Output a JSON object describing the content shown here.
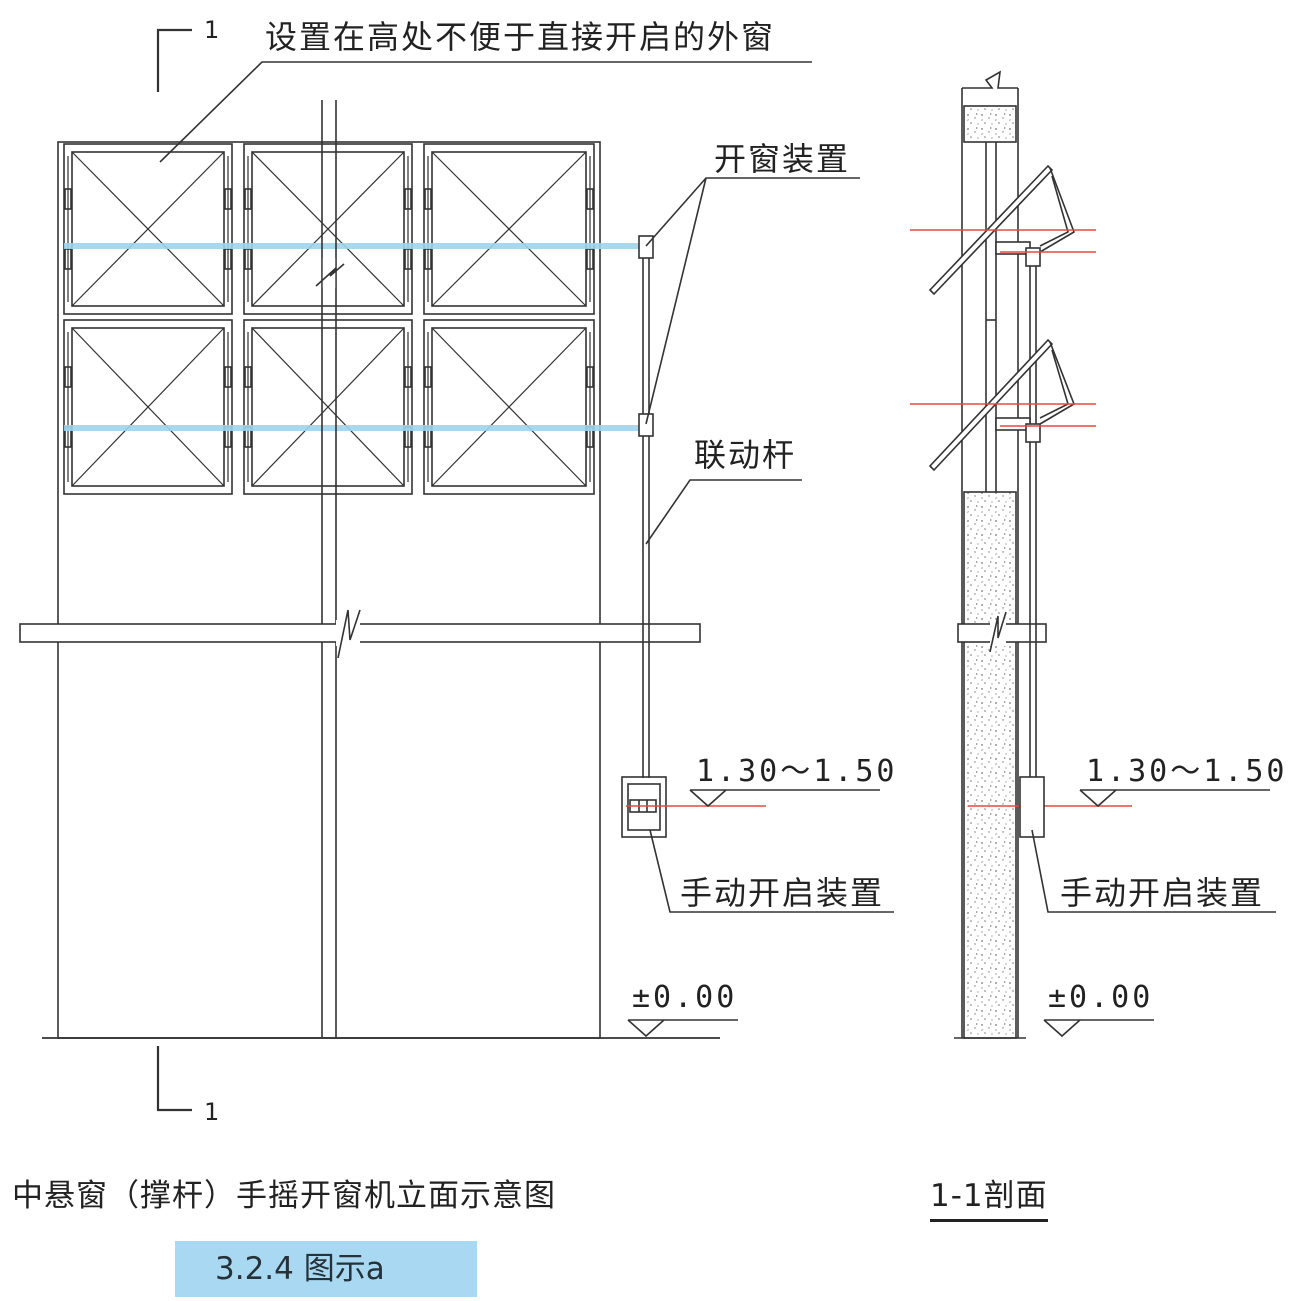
{
  "labels": {
    "section_mark": "1",
    "high_window": "设置在高处不便于直接开启的外窗",
    "window_device": "开窗装置",
    "linkage_rod": "联动杆",
    "height_range": "1.30～1.50",
    "manual_device": "手动开启装置",
    "ground_level": "±0.00"
  },
  "captions": {
    "elevation": "中悬窗（撑杆）手摇开窗机立面示意图",
    "section": "1-1剖面",
    "figure_id": "3.2.4 图示a"
  },
  "colors": {
    "line": "#333333",
    "blue_rod": "#9fd4ec",
    "red_level": "#e8493f",
    "badge": "#a9d8f2"
  }
}
